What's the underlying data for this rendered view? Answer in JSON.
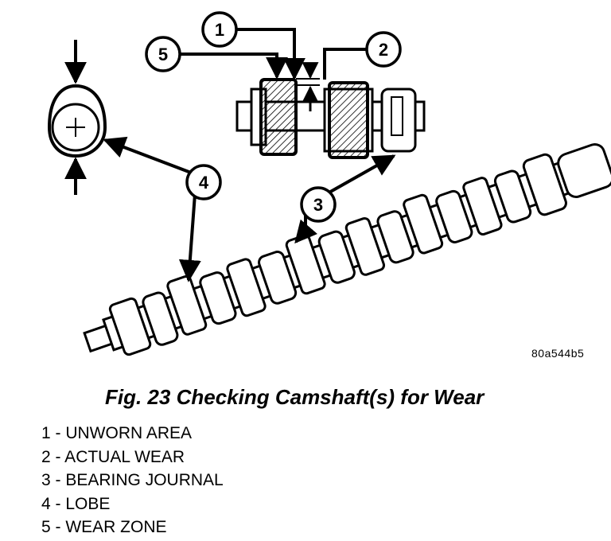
{
  "figure": {
    "callouts": [
      {
        "id": "1",
        "label": "1"
      },
      {
        "id": "2",
        "label": "2"
      },
      {
        "id": "3",
        "label": "3"
      },
      {
        "id": "4",
        "label": "4"
      },
      {
        "id": "5",
        "label": "5"
      }
    ],
    "reference_code": "80a544b5"
  },
  "caption": "Fig. 23 Checking Camshaft(s) for Wear",
  "legend": [
    "1 - UNWORN AREA",
    "2 - ACTUAL WEAR",
    "3 - BEARING JOURNAL",
    "4 - LOBE",
    "5 - WEAR ZONE"
  ]
}
